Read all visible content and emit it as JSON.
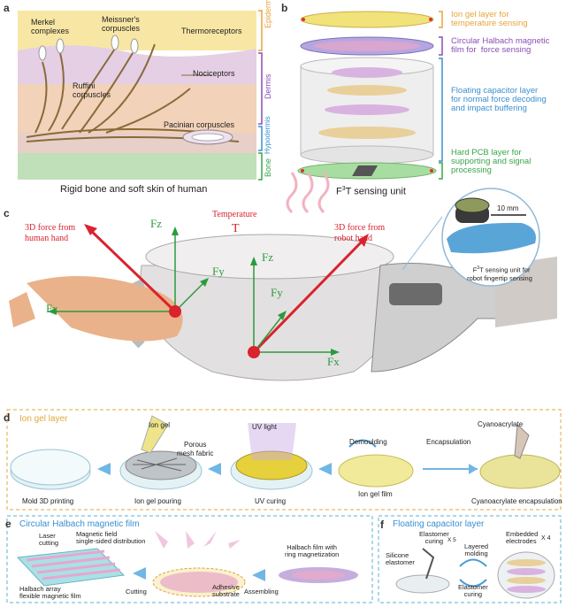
{
  "panel_a": {
    "letter": "a",
    "caption": "Rigid bone and soft skin of human",
    "labels": {
      "merkel": "Merkel\ncomplexes",
      "meissner": "Meissner's\ncorpuscles",
      "thermo": "Thermoreceptors",
      "ruffini": "Ruffini\ncorpuscles",
      "noci": "Nociceptors",
      "pacinian": "Pacinian corpuscles"
    },
    "layers": [
      "Epidermis",
      "Dermis",
      "Hypodermis",
      "Bone"
    ]
  },
  "panel_b": {
    "letter": "b",
    "caption_prefix": "F",
    "caption_sup": "3",
    "caption_suffix": "T sensing unit",
    "notes": [
      "Ion gel layer for\ntemperature sensing",
      "Circular Halbach magnetic\nfilm for  force sensing",
      "Floating capacitor layer\nfor normal force decoding\nand impact buffering",
      "Hard PCB layer for\nsupporting and signal\nprocessing"
    ],
    "note_colors": [
      "#e8a33a",
      "#8a4fb5",
      "#3a8fd0",
      "#3aa54a"
    ]
  },
  "panel_c": {
    "letter": "c",
    "human_force": "3D force from\nhuman hand",
    "robot_force": "3D force from\nrobot hand",
    "temperature": "Temperature",
    "T": "T",
    "axes_left": {
      "z": "Fz",
      "y": "Fy",
      "x": "Fx"
    },
    "axes_right": {
      "z": "Fz",
      "y": "Fy",
      "x": "Fx"
    },
    "scale": "10 mm",
    "inset_caption_prefix": "F",
    "inset_caption_sup": "3",
    "inset_caption_suffix": "T sensing unit for\nrobot fingertip sensing"
  },
  "panel_d": {
    "letter": "d",
    "title": "Ion gel layer",
    "steps": [
      "Mold 3D printing",
      "Ion gel pouring",
      "UV curing",
      "Ion gel film",
      "Cyanoacrylate encapsulation"
    ],
    "notes": {
      "ion_gel": "Ion gel",
      "porous": "Porous\nmesh fabric",
      "uv": "UV light",
      "demoulding": "Demoulding",
      "encapsulation": "Encapsulation",
      "cyano": "Cyanoacrylate"
    }
  },
  "panel_e": {
    "letter": "e",
    "title": "Circular Halbach magnetic film",
    "notes": {
      "laser": "Laser\ncutting",
      "field": "Magnetic field\nsingle-sided distribution",
      "array": "Halbach array\nflexible magnetic film",
      "cutting": "Cutting",
      "adhesive": "Adhesive\nsubstrate",
      "assembling": "Assembling",
      "ring": "Halbach film with\nring magnetization"
    }
  },
  "panel_f": {
    "letter": "f",
    "title": "Floating capacitor layer",
    "notes": {
      "elastomer_top": "Elastomer\ncuring",
      "x5": "X 5",
      "silicone": "Silicone\nelastomer",
      "layered": "Layered\nmolding",
      "elastomer_bottom": "Elastomer\ncuring",
      "embedded": "Embedded\nelectrodes",
      "x4": "X 4"
    }
  }
}
